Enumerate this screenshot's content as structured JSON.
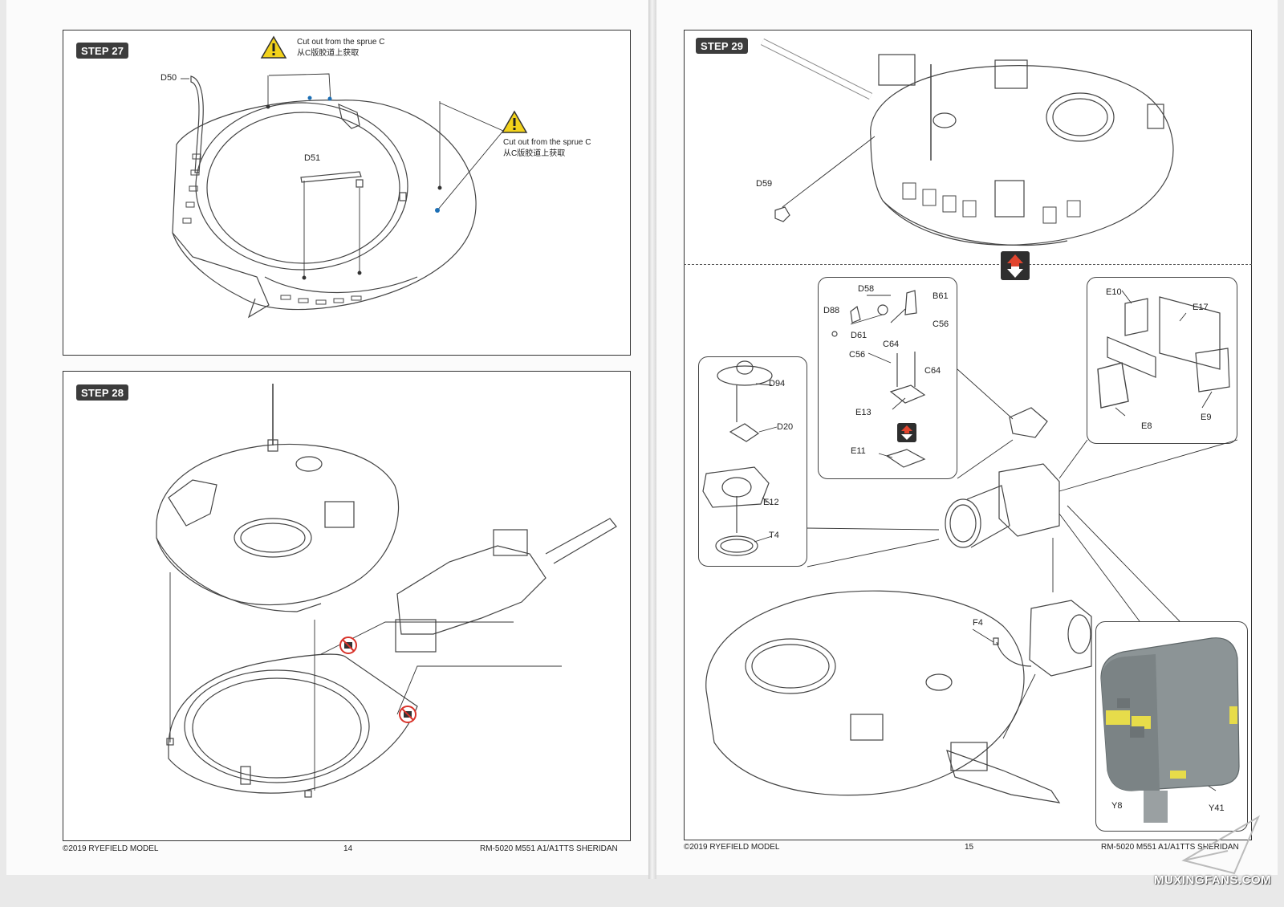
{
  "left_page": {
    "step27": {
      "badge": "STEP 27",
      "sprue_note_1": {
        "en": "Cut out from the sprue C",
        "zh": "从C版胶道上获取"
      },
      "sprue_note_2": {
        "en": "Cut out from the sprue C",
        "zh": "从C版胶道上获取"
      },
      "parts": [
        "D50",
        "D51"
      ]
    },
    "step28": {
      "badge": "STEP 28"
    },
    "footer": {
      "copyright": "©2019 RYEFIELD MODEL",
      "page_number": "14",
      "model": "RM-5020 M551 A1/A1TTS SHERIDAN"
    }
  },
  "right_page": {
    "step29": {
      "badge": "STEP 29",
      "parts": {
        "d59": "D59",
        "d58": "D58",
        "b61": "B61",
        "d88": "D88",
        "d61": "D61",
        "c56_a": "C56",
        "c64_a": "C64",
        "c56_b": "C56",
        "c64_b": "C64",
        "e13": "E13",
        "e11": "E11",
        "d94": "D94",
        "d20": "D20",
        "e12": "E12",
        "t4": "T4",
        "e10": "E10",
        "e17": "E17",
        "e8": "E8",
        "e9": "E9",
        "f4": "F4",
        "y8": "Y8",
        "y41": "Y41"
      }
    },
    "footer": {
      "copyright": "©2019 RYEFIELD MODEL",
      "page_number": "15",
      "model": "RM-5020 M551 A1/A1TTS SHERIDAN"
    }
  },
  "watermark": "MUXINGFANS.COM",
  "icons": {
    "warning": "warning-triangle-icon",
    "no_glue": "no-glue-icon",
    "swap": "swap-up-down-icon"
  },
  "colors": {
    "badge_bg": "#3c3c3c",
    "warning_yellow": "#f2d21b",
    "no_glue_red": "#d8332a",
    "swap_red": "#e2452f",
    "render_grey": "#8c9496",
    "tape_yellow": "#e7dc4a"
  }
}
